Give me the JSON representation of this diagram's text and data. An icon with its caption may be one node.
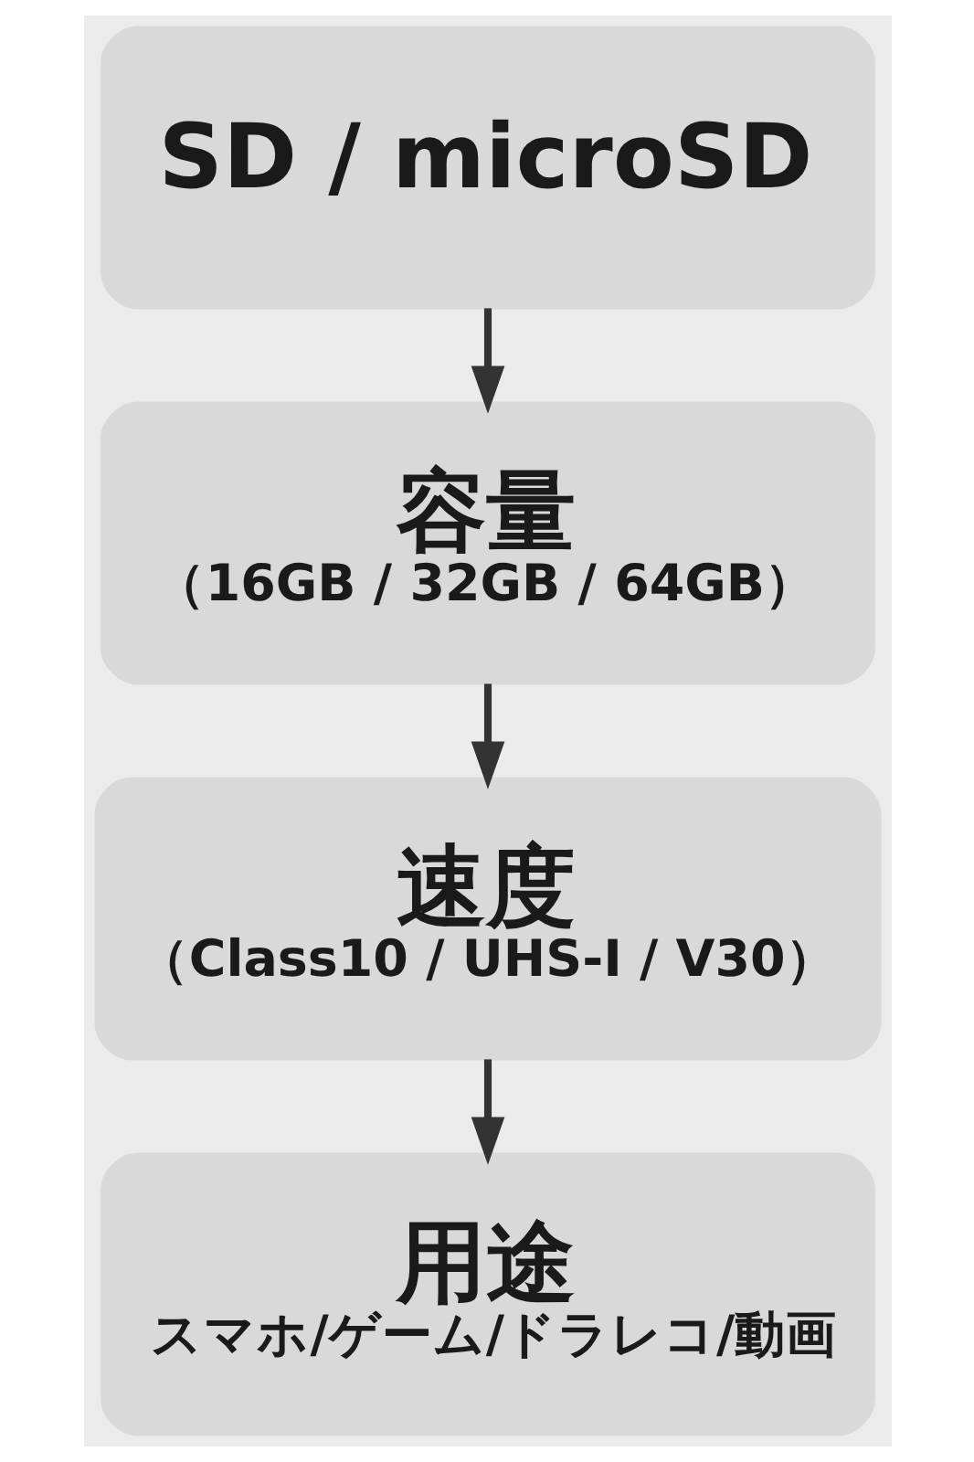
{
  "diagram": {
    "nodes": [
      {
        "text": [
          "SD / microSD"
        ]
      },
      {
        "text": [
          "容量",
          "（16GB / 32GB / 64GB）"
        ]
      },
      {
        "text": [
          "速度",
          "（Class10 / UHS-I / V30）"
        ]
      },
      {
        "text": [
          "用途",
          "スマホ/ゲーム/ドラレコ/動画"
        ]
      }
    ],
    "edges": [
      {
        "from": 0,
        "to": 1,
        "arrow": "to"
      },
      {
        "from": 1,
        "to": 2,
        "arrow": "to"
      },
      {
        "from": 2,
        "to": 3,
        "arrow": "to"
      }
    ]
  }
}
